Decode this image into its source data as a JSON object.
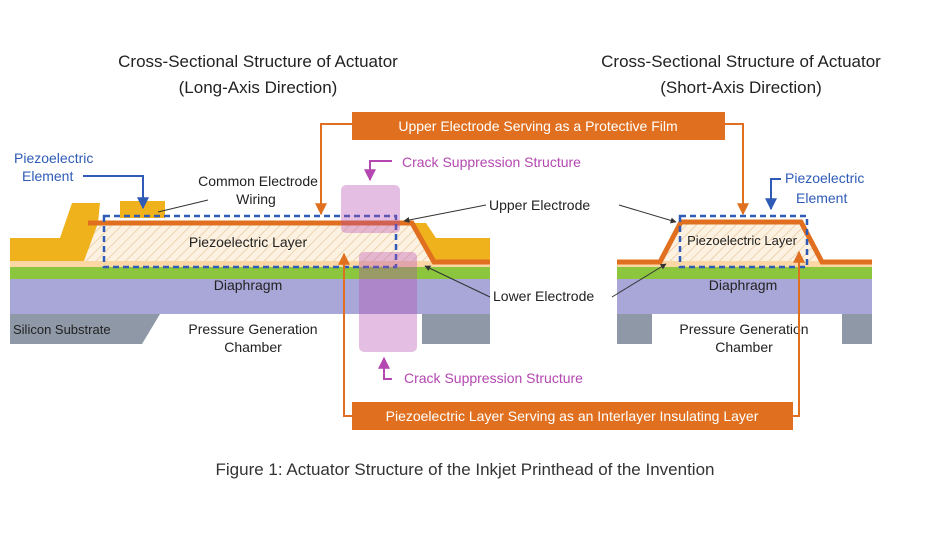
{
  "titles": {
    "left_line1": "Cross-Sectional Structure of Actuator",
    "left_line2": "(Long-Axis Direction)",
    "right_line1": "Cross-Sectional Structure of Actuator",
    "right_line2": "(Short-Axis Direction)"
  },
  "callouts": {
    "upper_protective": "Upper Electrode Serving as a Protective Film",
    "interlayer_insulating": "Piezoelectric Layer Serving as an Interlayer Insulating Layer",
    "crack_top": "Crack Suppression Structure",
    "crack_bottom": "Crack Suppression Structure"
  },
  "labels": {
    "piezo_element_left_1": "Piezoelectric",
    "piezo_element_left_2": "Element",
    "common_electrode_1": "Common Electrode",
    "common_electrode_2": "Wiring",
    "upper_electrode": "Upper Electrode",
    "lower_electrode": "Lower Electrode",
    "piezo_layer_left": "Piezoelectric Layer",
    "diaphragm_left": "Diaphragm",
    "silicon_substrate": "Silicon Substrate",
    "pressure_left_1": "Pressure Generation",
    "pressure_left_2": "Chamber",
    "piezo_element_right_1": "Piezoelectric",
    "piezo_element_right_2": "Element",
    "piezo_layer_right": "Piezoelectric Layer",
    "diaphragm_right": "Diaphragm",
    "pressure_right_1": "Pressure Generation",
    "pressure_right_2": "Chamber"
  },
  "caption": "Figure 1: Actuator Structure of the Inkjet Printhead of the Invention",
  "colors": {
    "orange": "#e0701f",
    "gold": "#f0b21c",
    "peach": "#fbd7a6",
    "green": "#8cc63f",
    "lavender": "#a9a6d8",
    "gray": "#8f98a6",
    "magenta": "#b447b0",
    "blue": "#2f5bb7"
  }
}
